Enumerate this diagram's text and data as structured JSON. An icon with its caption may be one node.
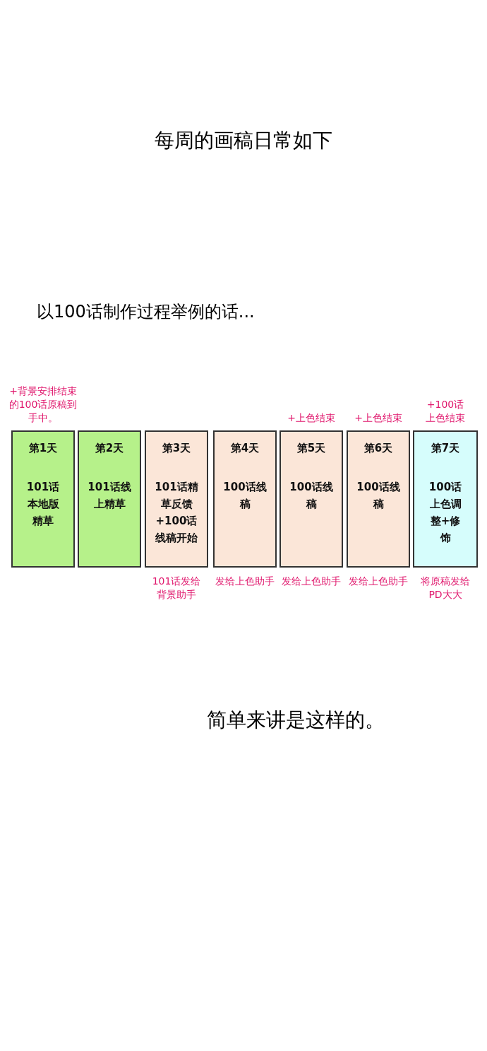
{
  "diagram": {
    "title": "每周的画稿日常如下",
    "nodes": [
      {
        "text": [
          "第1天",
          "101话本地版精草"
        ],
        "beside": [
          "+背景安排结束的100话原稿到手中。"
        ]
      },
      {
        "text": [
          "第2天",
          "101话线上精草"
        ]
      },
      {
        "text": [
          "第3天",
          "101话精草反馈+100话线稿开始"
        ],
        "beside": [
          "101话发给背景助手"
        ]
      },
      {
        "text": [
          "第4天",
          "100话线稿"
        ],
        "beside": [
          "发给上色助手"
        ]
      },
      {
        "text": [
          "第5天",
          "100话线稿"
        ],
        "beside": [
          "+上色结束",
          "发给上色助手"
        ]
      },
      {
        "text": [
          "第6天",
          "100话线稿"
        ],
        "beside": [
          "+上色结束",
          "发给上色助手"
        ]
      },
      {
        "text": [
          "第7天",
          "100话上色调整+修饰"
        ],
        "beside": [
          "+100话上色结束",
          "将原稿发给PD大大"
        ]
      }
    ],
    "labels": [
      "以100话制作过程举例的话...",
      "简单来讲是这样的。"
    ]
  }
}
